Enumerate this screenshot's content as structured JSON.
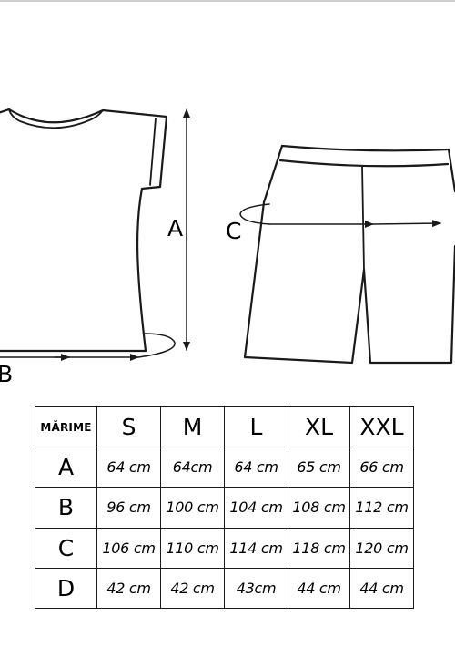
{
  "labels": {
    "a": "A",
    "b": "B",
    "c": "C"
  },
  "table": {
    "corner": "MĂRIME",
    "sizes": [
      "S",
      "M",
      "L",
      "XL",
      "XXL"
    ],
    "rows": [
      {
        "key": "A",
        "values": [
          "64 cm",
          "64cm",
          "64 cm",
          "65 cm",
          "66 cm"
        ]
      },
      {
        "key": "B",
        "values": [
          "96 cm",
          "100 cm",
          "104 cm",
          "108 cm",
          "112 cm"
        ]
      },
      {
        "key": "C",
        "values": [
          "106 cm",
          "110 cm",
          "114 cm",
          "118 cm",
          "120 cm"
        ]
      },
      {
        "key": "D",
        "values": [
          "42 cm",
          "42 cm",
          "43cm",
          "44 cm",
          "44 cm"
        ]
      }
    ]
  },
  "colors": {
    "line": "#1a1a1a",
    "background": "#ffffff"
  }
}
